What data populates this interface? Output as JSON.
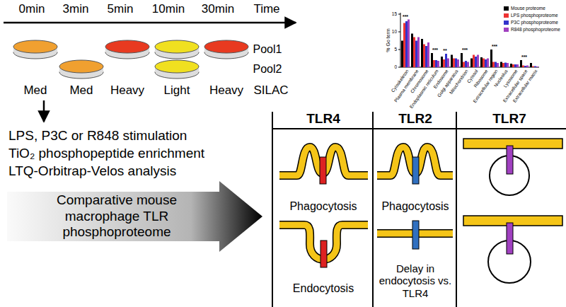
{
  "diagram": {
    "nodes": [
      {
        "text": [
          "Comparative mouse macrophage TLR phosphoproteome"
        ]
      }
    ],
    "labels": [
      "0min",
      "3min",
      "5min",
      "10min",
      "30min",
      "Time",
      "Pool1",
      "Pool2",
      "Med",
      "Med",
      "Heavy",
      "Light",
      "Heavy",
      "SILAC",
      "LPS, P3C or R848 stimulation",
      "TiO₂ phosphopeptide enrichment",
      "LTQ-Orbitrap-Velos analysis",
      "% Go term",
      "0",
      "5",
      "10",
      "15",
      "Cytoskeleton",
      "Plasma membrane",
      "Chromosome",
      "Endoplasmic reticulum",
      "Endosome",
      "Golgi apparatus",
      "Mitochondrion",
      "Cytosol",
      "Ribosome",
      "Extracellular region",
      "Nucleolus",
      "Lysosome",
      "Extracellular space",
      "Extracellular matrix",
      "***",
      "***",
      "**",
      "***",
      "***",
      "***",
      "TLR4",
      "TLR2",
      "TLR7",
      "Phagocytosis",
      "Endocytosis",
      "Phagocytosis",
      "Delay in endocytosis vs. TLR4"
    ],
    "legend": [
      {
        "text": "Mouse proteome",
        "color": "#000000"
      },
      {
        "text": "LPS phosphoproteome",
        "color": "#ee3333"
      },
      {
        "text": "P3C phosphoproteome",
        "color": "#3333cc"
      },
      {
        "text": "R848 phosphoproteome",
        "color": "#a040c0"
      }
    ]
  }
}
